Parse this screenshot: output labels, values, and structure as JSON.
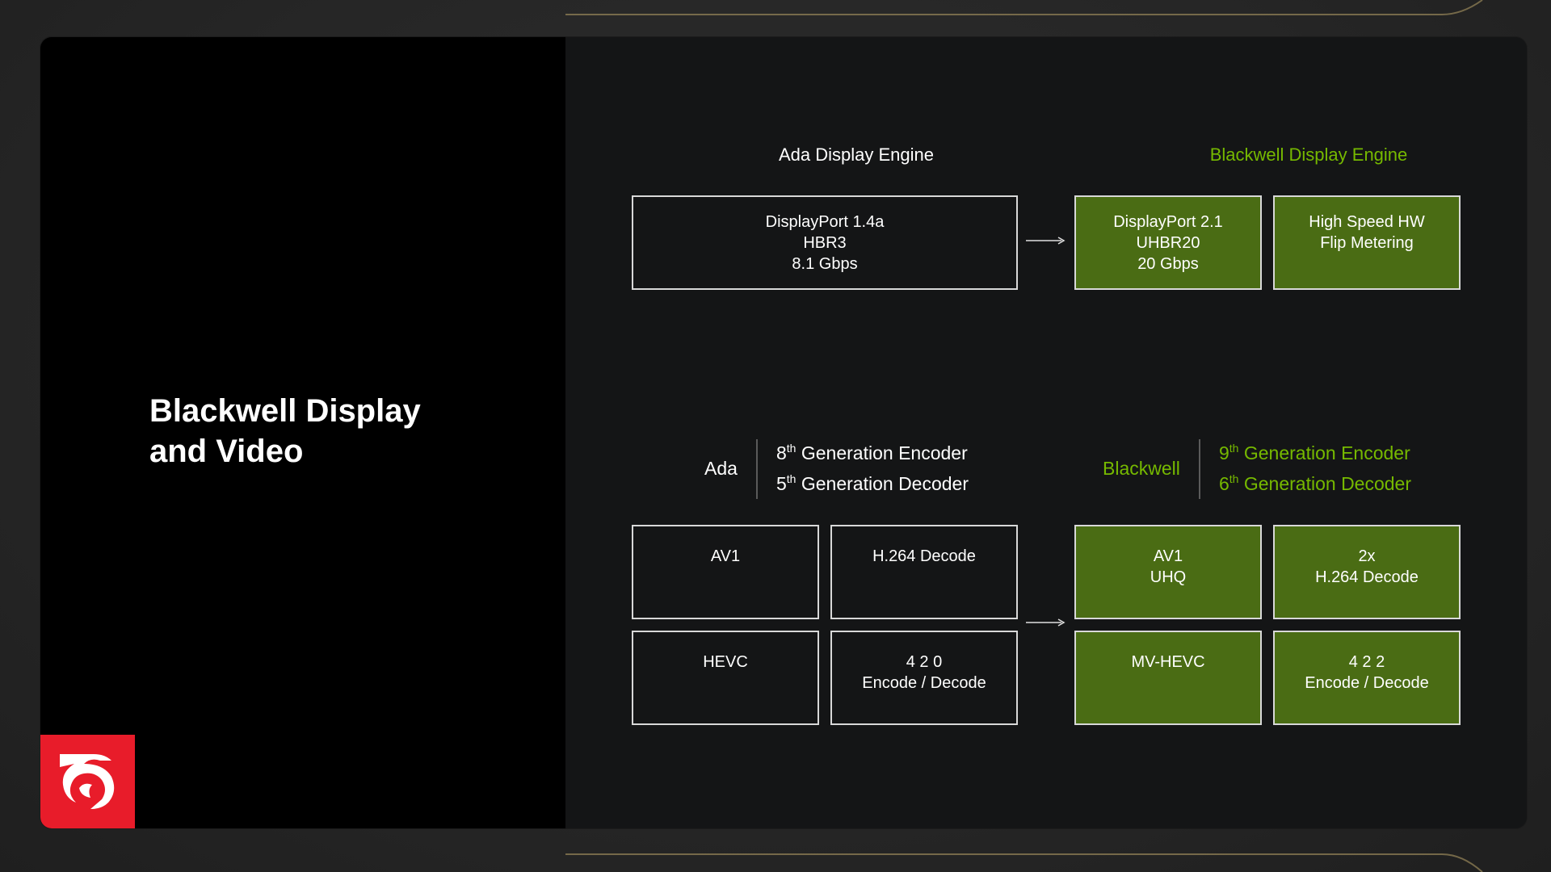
{
  "colors": {
    "accent_green": "#76b900",
    "green_box_fill": "#4a6c14",
    "logo_red": "#e81c2a",
    "border": "#d8d8d8"
  },
  "slide": {
    "title_line1": "Blackwell Display",
    "title_line2": "and Video",
    "logo_icon": "dragon-logo-icon"
  },
  "display": {
    "ada_heading": "Ada Display Engine",
    "blackwell_heading": "Blackwell Display Engine",
    "ada_box": [
      "DisplayPort 1.4a",
      "HBR3",
      "8.1 Gbps"
    ],
    "blackwell_box1": [
      "DisplayPort 2.1",
      "UHBR20",
      "20 Gbps"
    ],
    "blackwell_box2": [
      "High Speed HW",
      "Flip Metering"
    ],
    "arrow_icon": "arrow-right-icon"
  },
  "video": {
    "ada": {
      "label": "Ada",
      "encoder_num": "8",
      "encoder_sup": "th",
      "encoder_text": " Generation Encoder",
      "decoder_num": "5",
      "decoder_sup": "th",
      "decoder_text": " Generation Decoder",
      "boxes": [
        [
          "AV1"
        ],
        [
          "H.264 Decode"
        ],
        [
          "HEVC"
        ],
        [
          "4 2 0",
          "Encode / Decode"
        ]
      ]
    },
    "blackwell": {
      "label": "Blackwell",
      "encoder_num": "9",
      "encoder_sup": "th",
      "encoder_text": " Generation Encoder",
      "decoder_num": "6",
      "decoder_sup": "th",
      "decoder_text": " Generation Decoder",
      "boxes": [
        [
          "AV1",
          "UHQ"
        ],
        [
          "2x",
          "H.264 Decode"
        ],
        [
          "MV-HEVC"
        ],
        [
          "4 2 2",
          "Encode / Decode"
        ]
      ]
    }
  }
}
